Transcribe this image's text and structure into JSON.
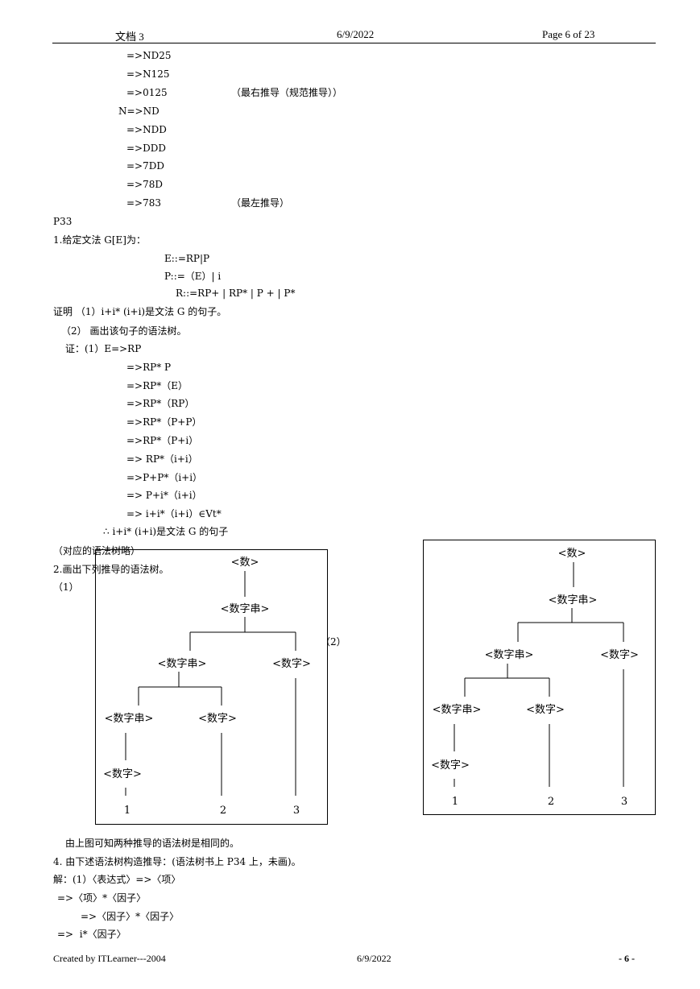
{
  "header": {
    "doc": "文档 3",
    "date": "6/9/2022",
    "page": "Page 6 of 23"
  },
  "lines": [
    "=>ND25",
    "=>N125",
    "=>0125",
    "（最右推导（规范推导））",
    "N=>ND",
    "=>NDD",
    "=>DDD",
    "=>7DD",
    "=>78D",
    "=>783",
    "（最左推导）",
    "P33",
    "1.给定文法 G[E]为：",
    "E::=RP|P",
    "P::=（E）| i",
    "R::=RP+ | RP* | P + | P*",
    "证明 （1）i+i* (i+i)是文法 G 的句子。",
    "（2） 画出该句子的语法树。",
    "证：(1）E=>RP",
    "=>RP* P",
    "=>RP*（E）",
    "=>RP*（RP）",
    "=>RP*（P+P）",
    "=>RP*（P+i）",
    "=> RP*（i+i）",
    "=>P+P*（i+i）",
    "=> P+i*（i+i）",
    "=> i+i*（i+i）∈Vt*",
    "∴ i+i* (i+i)是文法 G 的句子",
    "（对应的语法树略）",
    "2.画出下列推导的语法树。",
    "（1）",
    "（2）",
    "由上图可知两种推导的语法树是相同的。",
    "4. 由下述语法树构造推导：(语法树书上 P34 上，未画)。",
    "解：(1）〈表达式〉=>〈项〉",
    "=>〈项〉*〈因子〉",
    "=>〈因子〉*〈因子〉",
    "=>  i*〈因子〉"
  ],
  "tree_labels": {
    "root": "<数>",
    "digits": "<数字串>",
    "digit": "<数字>",
    "leaf1": "1",
    "leaf2": "2",
    "leaf3": "3"
  },
  "footer": {
    "created": "Created by ITLearner---2004",
    "date": "6/9/2022",
    "page": "- 6 -"
  }
}
